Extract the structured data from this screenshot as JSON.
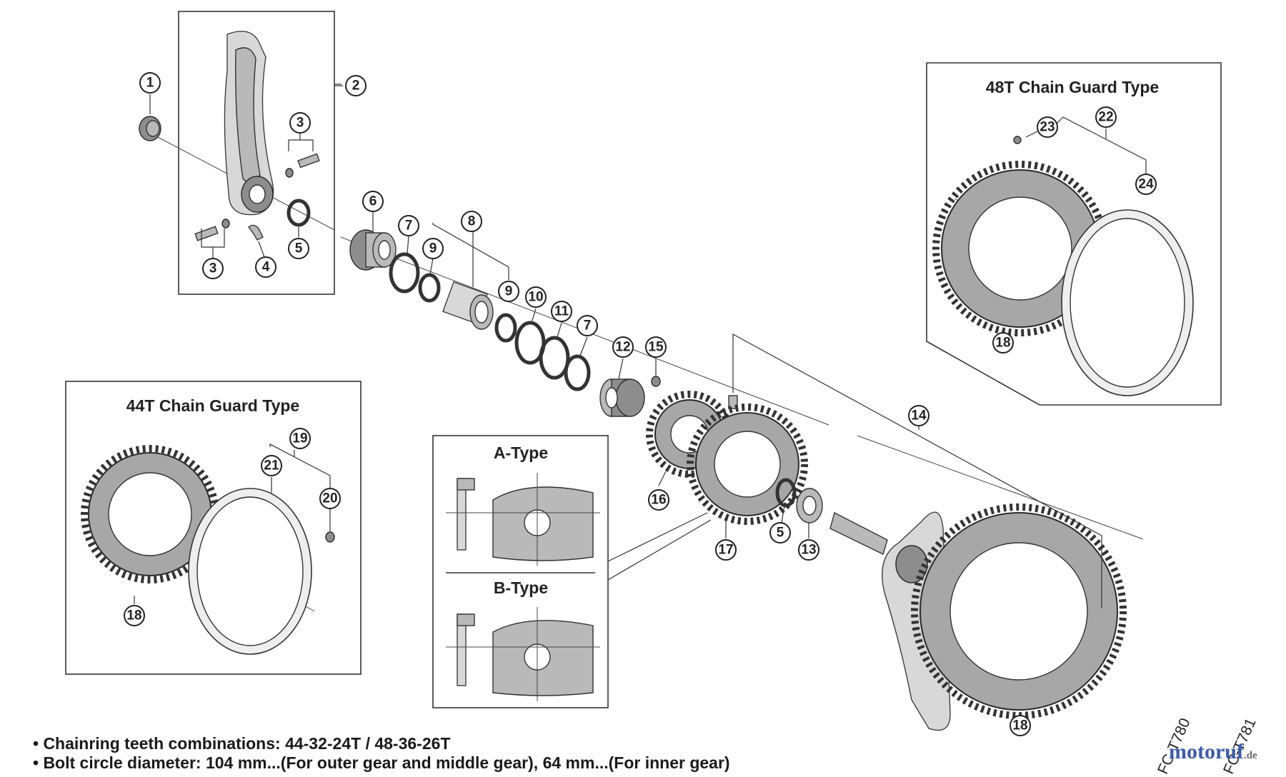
{
  "callouts": {
    "c1": "1",
    "c2": "2",
    "c3a": "3",
    "c3b": "3",
    "c4": "4",
    "c5a": "5",
    "c5b": "5",
    "c6": "6",
    "c7a": "7",
    "c7b": "7",
    "c8": "8",
    "c9a": "9",
    "c9b": "9",
    "c10": "10",
    "c11": "11",
    "c12": "12",
    "c13": "13",
    "c14": "14",
    "c15": "15",
    "c16": "16",
    "c17": "17",
    "c18a": "18",
    "c18b": "18",
    "c18c": "18",
    "c19": "19",
    "c20": "20",
    "c21": "21",
    "c22": "22",
    "c23": "23",
    "c24": "24"
  },
  "panels": {
    "guard48": "48T Chain Guard Type",
    "guard44": "44T Chain Guard Type",
    "type_a": "A-Type",
    "type_b": "B-Type"
  },
  "notes": {
    "line1": "• Chainring teeth combinations: 44-32-24T / 48-36-26T",
    "line2": "• Bolt circle diameter: 104 mm...(For outer gear and middle gear), 64 mm...(For inner gear)"
  },
  "models": {
    "m1": "FC-T780",
    "m2": "FC-T781"
  },
  "watermark": {
    "name": "motoruf",
    "tld": ".de"
  },
  "colors": {
    "line": "#333333",
    "part_fill": "#b9b9b9",
    "watermark": "#3b5aa8"
  }
}
